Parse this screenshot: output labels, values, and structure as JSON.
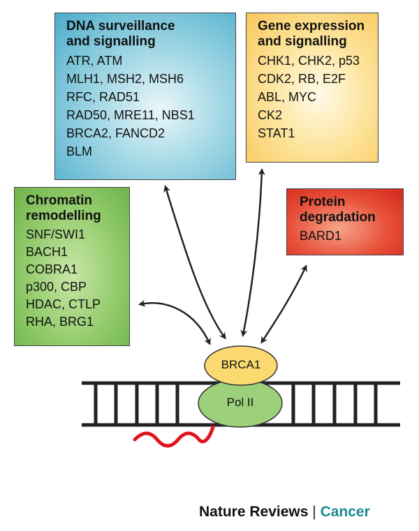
{
  "boxes": {
    "dna": {
      "title": "DNA surveillance\nand signalling",
      "items": [
        "ATR, ATM",
        "MLH1, MSH2, MSH6",
        "RFC, RAD51",
        "RAD50, MRE11, NBS1",
        "BRCA2, FANCD2",
        "BLM"
      ],
      "color": "#4aaccb"
    },
    "gene": {
      "title": "Gene expression\nand signalling",
      "items": [
        "CHK1, CHK2, p53",
        "CDK2, RB, E2F",
        "ABL, MYC",
        "CK2",
        "STAT1"
      ],
      "color": "#f8c75a"
    },
    "chromatin": {
      "title": "Chromatin\nremodelling",
      "items": [
        "SNF/SWI1",
        "BACH1",
        "COBRA1",
        "p300, CBP",
        "HDAC, CTLP",
        "RHA, BRG1"
      ],
      "color": "#6fb34a"
    },
    "protein": {
      "title": "Protein\ndegradation",
      "items": [
        "BARD1"
      ],
      "color": "#d2261c"
    }
  },
  "nodes": {
    "brca1": {
      "label": "BRCA1",
      "color": "#fbd971"
    },
    "pol2": {
      "label": "Pol II",
      "color": "#9cd07a"
    }
  },
  "rna_color": "#e0141e",
  "footer": {
    "journal": "Nature Reviews",
    "separator": "|",
    "section": "Cancer",
    "section_color": "#1f8a92"
  }
}
